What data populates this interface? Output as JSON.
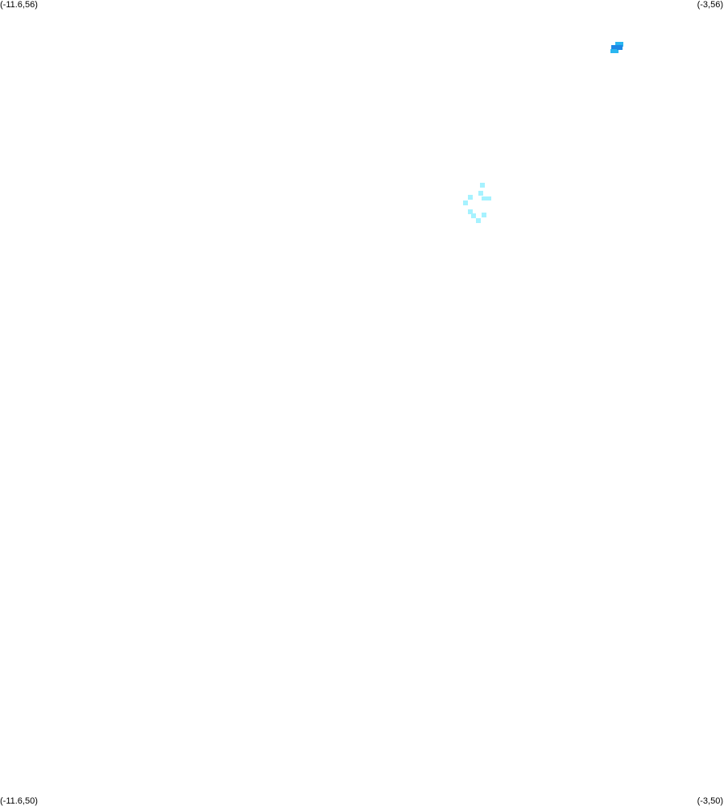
{
  "map": {
    "corners": {
      "top_left": "(-11.6,56)",
      "top_right": "(-3,56)",
      "bottom_left": "(-11.6,50)",
      "bottom_right": "(-3,50)"
    },
    "extent": {
      "lon_min": -11.6,
      "lon_max": -3,
      "lat_min": 50,
      "lat_max": 56
    },
    "colors": {
      "background": "#ffffff",
      "cell_light": "#a6f2ff",
      "cell_mid": "#29b6f0",
      "cell_dark": "#1e88e5"
    }
  }
}
